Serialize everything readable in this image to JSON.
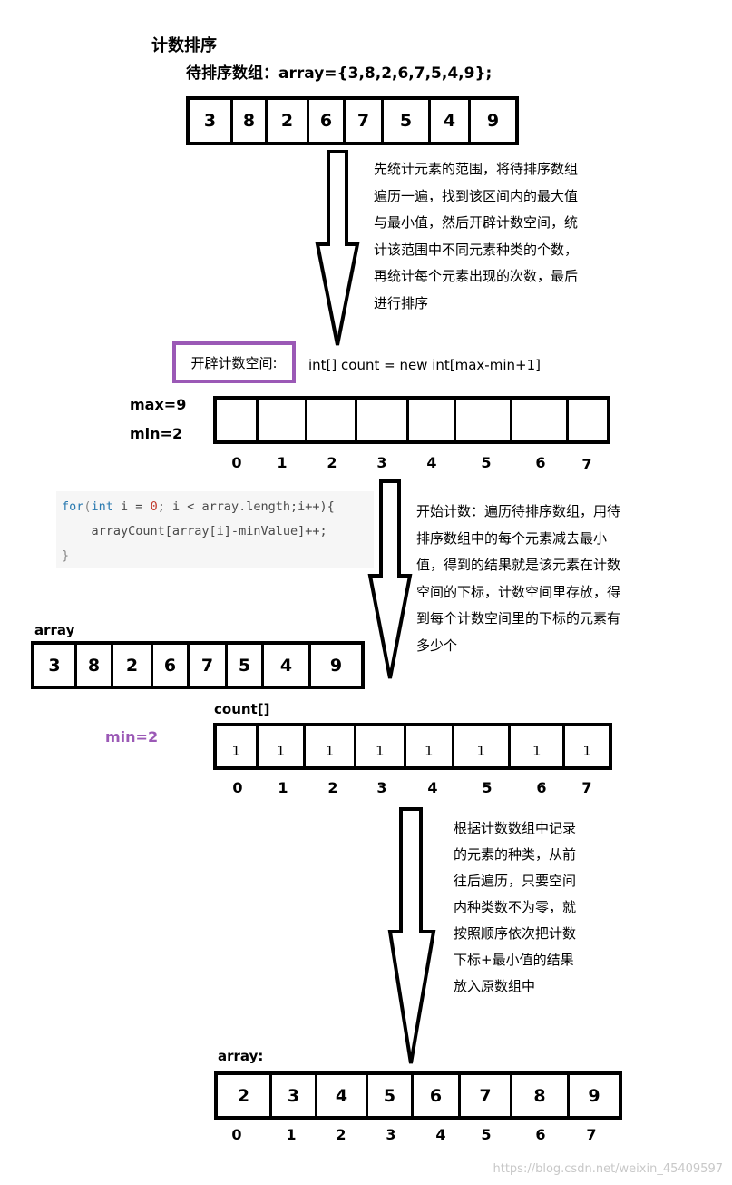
{
  "title": "计数排序",
  "subtitle": "待排序数组：array={3,8,2,6,7,5,4,9};",
  "initial_array": [
    "3",
    "8",
    "2",
    "6",
    "7",
    "5",
    "4",
    "9"
  ],
  "desc1": [
    "先统计元素的范围，将待排序数组",
    "遍历一遍，找到该区间内的最大值",
    "与最小值，然后开辟计数空间，统",
    "计该范围中不同元素种类的个数，",
    "再统计每个元素出现的次数，最后",
    "进行排序"
  ],
  "alloc_label": "开辟计数空间:",
  "alloc_code": "int[] count = new int[max-min+1]",
  "max_label": "max=9",
  "min_label": "min=2",
  "count_indices": [
    "0",
    "1",
    "2",
    "3",
    "4",
    "5",
    "6",
    "7"
  ],
  "code": {
    "line1_kw1": "for",
    "line1_a": "(",
    "line1_kw2": "int",
    "line1_b": " i = ",
    "line1_num": "0",
    "line1_c": "; i < array.length;i++){",
    "line2": "    arrayCount[array[i]-minValue]++;",
    "line3": "}"
  },
  "desc2": [
    "开始计数：遍历待排序数组，用待",
    "排序数组中的每个元素减去最小",
    "值，得到的结果就是该元素在计数",
    "空间的下标，计数空间里存放，得",
    "到每个计数空间里的下标的元素有",
    "多少个"
  ],
  "array_label": "array",
  "array2": [
    "3",
    "8",
    "2",
    "6",
    "7",
    "5",
    "4",
    "9"
  ],
  "count_label": "count[]",
  "min2_label": "min=2",
  "count_values": [
    "1",
    "1",
    "1",
    "1",
    "1",
    "1",
    "1",
    "1"
  ],
  "desc3": [
    "根据计数数组中记录",
    "的元素的种类，从前",
    "往后遍历，只要空间",
    "内种类数不为零，就",
    "按照顺序依次把计数",
    "下标+最小值的结果",
    "放入原数组中"
  ],
  "result_label": "array:",
  "result_array": [
    "2",
    "3",
    "4",
    "5",
    "6",
    "7",
    "8",
    "9"
  ],
  "watermark": "https://blog.csdn.net/weixin_45409597",
  "colors": {
    "accent_purple": "#9b59b6"
  }
}
